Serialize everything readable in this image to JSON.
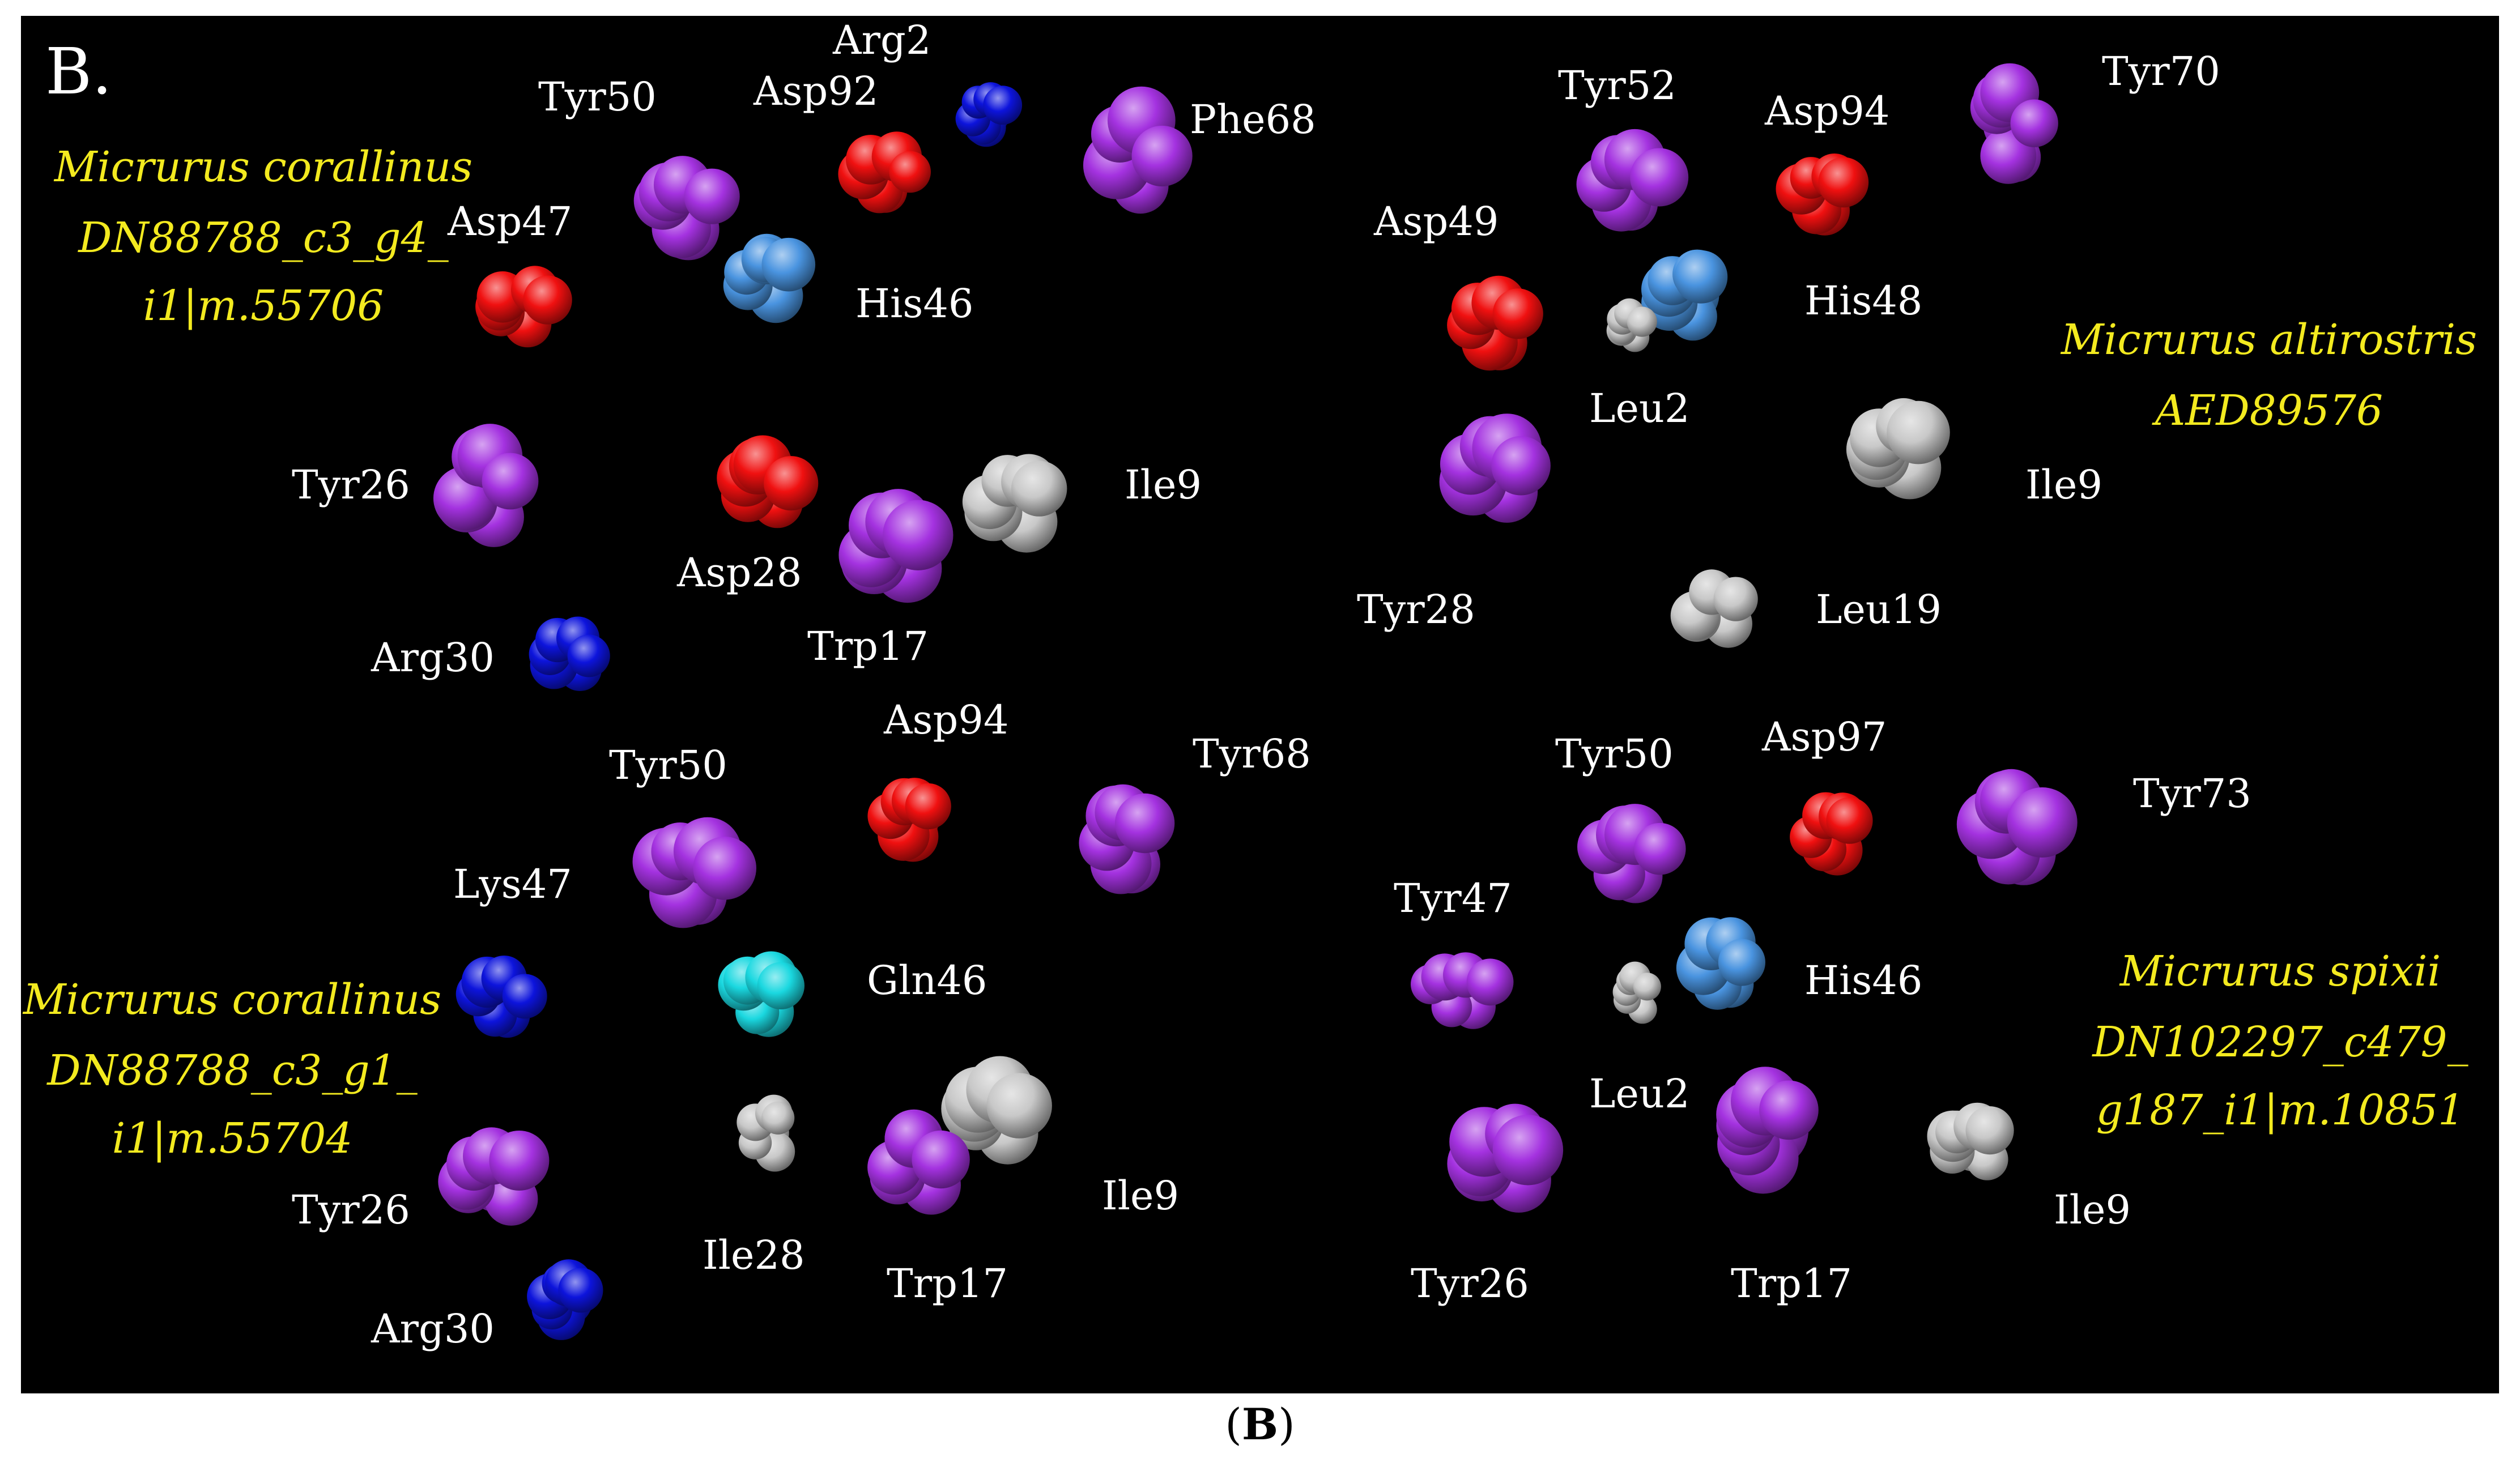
{
  "panel_letter": "B.",
  "caption": {
    "open": "(",
    "letter": "B",
    "close": ")"
  },
  "colors": {
    "Tyr": "#a432e0",
    "Trp": "#a432e0",
    "Phe": "#a432e0",
    "Asp": "#f01010",
    "Arg": "#0d14dc",
    "Lys": "#0d14dc",
    "His": "#4a94e0",
    "Gln": "#1ad8e0",
    "Ile": "#c8c8c8",
    "Leu": "#c8c8c8",
    "species_text": "#f3ea1f",
    "label_text": "#ffffff",
    "background": "#000000"
  },
  "quadrants": [
    {
      "species_lines": [
        "Micrurus corallinus",
        "DN88788_c3_g4_",
        "i1|m.55706"
      ],
      "residues": [
        {
          "label": "Arg2",
          "type": "Arg"
        },
        {
          "label": "Asp92",
          "type": "Asp"
        },
        {
          "label": "Tyr50",
          "type": "Tyr"
        },
        {
          "label": "Phe68",
          "type": "Phe"
        },
        {
          "label": "Asp47",
          "type": "Asp"
        },
        {
          "label": "His46",
          "type": "His"
        },
        {
          "label": "Tyr26",
          "type": "Tyr"
        },
        {
          "label": "Ile9",
          "type": "Ile"
        },
        {
          "label": "Asp28",
          "type": "Asp"
        },
        {
          "label": "Trp17",
          "type": "Trp"
        },
        {
          "label": "Arg30",
          "type": "Arg"
        }
      ]
    },
    {
      "species_lines": [
        "Micrurus altirostris",
        "AED89576"
      ],
      "residues": [
        {
          "label": "Tyr52",
          "type": "Tyr"
        },
        {
          "label": "Asp94",
          "type": "Asp"
        },
        {
          "label": "Tyr70",
          "type": "Tyr"
        },
        {
          "label": "Asp49",
          "type": "Asp"
        },
        {
          "label": "His48",
          "type": "His"
        },
        {
          "label": "Leu2",
          "type": "Leu"
        },
        {
          "label": "Ile9",
          "type": "Ile"
        },
        {
          "label": "Tyr28",
          "type": "Tyr"
        },
        {
          "label": "Leu19",
          "type": "Leu"
        }
      ]
    },
    {
      "species_lines": [
        "Micrurus corallinus",
        "DN88788_c3_g1_",
        "i1|m.55704"
      ],
      "residues": [
        {
          "label": "Asp94",
          "type": "Asp"
        },
        {
          "label": "Tyr50",
          "type": "Tyr"
        },
        {
          "label": "Tyr68",
          "type": "Tyr"
        },
        {
          "label": "Lys47",
          "type": "Lys"
        },
        {
          "label": "Gln46",
          "type": "Gln"
        },
        {
          "label": "Tyr26",
          "type": "Tyr"
        },
        {
          "label": "Ile9",
          "type": "Ile"
        },
        {
          "label": "Ile28",
          "type": "Ile"
        },
        {
          "label": "Trp17",
          "type": "Trp"
        },
        {
          "label": "Arg30",
          "type": "Arg"
        }
      ]
    },
    {
      "species_lines": [
        "Micrurus spixii",
        "DN102297_c479_",
        "g187_i1|m.10851"
      ],
      "residues": [
        {
          "label": "Tyr50",
          "type": "Tyr"
        },
        {
          "label": "Asp97",
          "type": "Asp"
        },
        {
          "label": "Tyr73",
          "type": "Tyr"
        },
        {
          "label": "Tyr47",
          "type": "Tyr"
        },
        {
          "label": "His46",
          "type": "His"
        },
        {
          "label": "Leu2",
          "type": "Leu"
        },
        {
          "label": "Ile9",
          "type": "Ile"
        },
        {
          "label": "Tyr26",
          "type": "Tyr"
        },
        {
          "label": "Trp17",
          "type": "Trp"
        }
      ]
    }
  ]
}
